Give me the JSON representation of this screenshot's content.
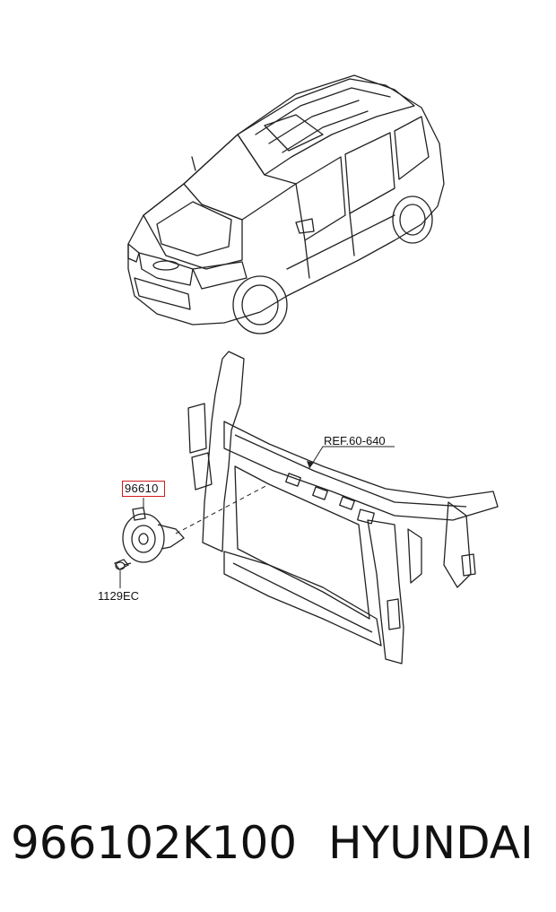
{
  "diagram": {
    "callout_part": "96610",
    "reference_label": "REF.60-640",
    "bolt_label": "1129EC",
    "accent_color": "#d21a1a"
  },
  "footer": {
    "part_number": "966102K100",
    "brand": "HYUNDAI"
  },
  "icons": [
    "car-illustration",
    "front-panel-carrier",
    "horn-icon",
    "bolt-icon"
  ]
}
